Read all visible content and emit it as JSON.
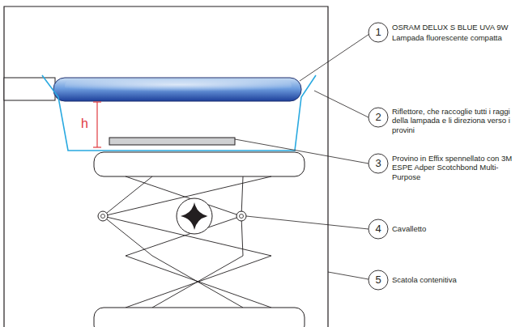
{
  "diagram": {
    "labels": [
      "1",
      "OSRAM DELUX S BLUE UVA 9W",
      "Lampada fluorescente compatta",
      "2",
      "Riflettore, che raccoglie tutti i raggi della lampada e li direziona verso i provini",
      "3",
      "Provino in Effix spennellato con 3M ESPE Adper Scotchbond Multi-Purpose",
      "4",
      "Cavalletto",
      "5",
      "Scatola contenitiva",
      "h"
    ]
  }
}
